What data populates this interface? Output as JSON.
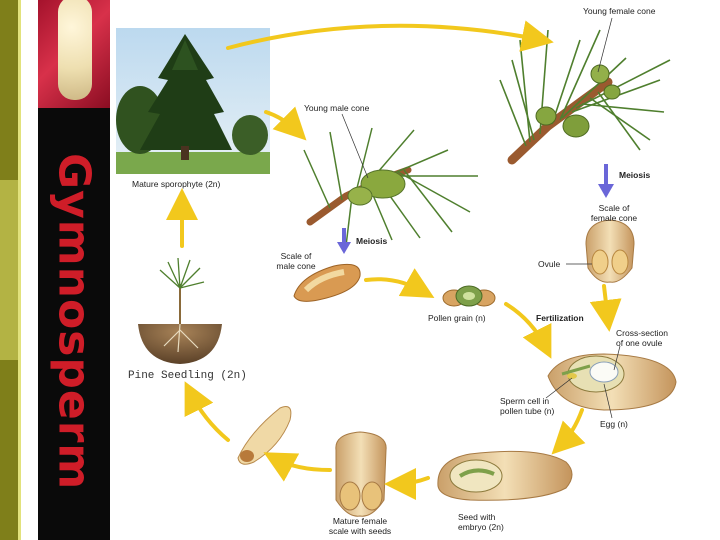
{
  "title": "Gymnosperm",
  "labels": {
    "young_female_cone": "Young female cone",
    "young_male_cone": "Young male cone",
    "mature_sporophyte": "Mature sporophyte (2n)",
    "meiosis_female": "Meiosis",
    "scale_female_1": "Scale of",
    "scale_female_2": "female cone",
    "ovule": "Ovule",
    "meiosis_male": "Meiosis",
    "scale_male_1": "Scale of",
    "scale_male_2": "male cone",
    "pollen_grain": "Pollen grain (n)",
    "fertilization": "Fertilization",
    "cross_section_1": "Cross-section",
    "cross_section_2": "of one ovule",
    "sperm_cell_1": "Sperm cell in",
    "sperm_cell_2": "pollen tube (n)",
    "egg": "Egg (n)",
    "pine_seedling": "Pine Seedling (2n)",
    "mature_female_1": "Mature female",
    "mature_female_2": "scale with seeds",
    "seed_embryo_1": "Seed with",
    "seed_embryo_2": "embryo (2n)"
  },
  "colors": {
    "cycle_arrow": "#f2c81d",
    "meiosis_arrow": "#6a66d8",
    "title_text": "#cf1d28",
    "title_band": "#0a0a0a"
  }
}
